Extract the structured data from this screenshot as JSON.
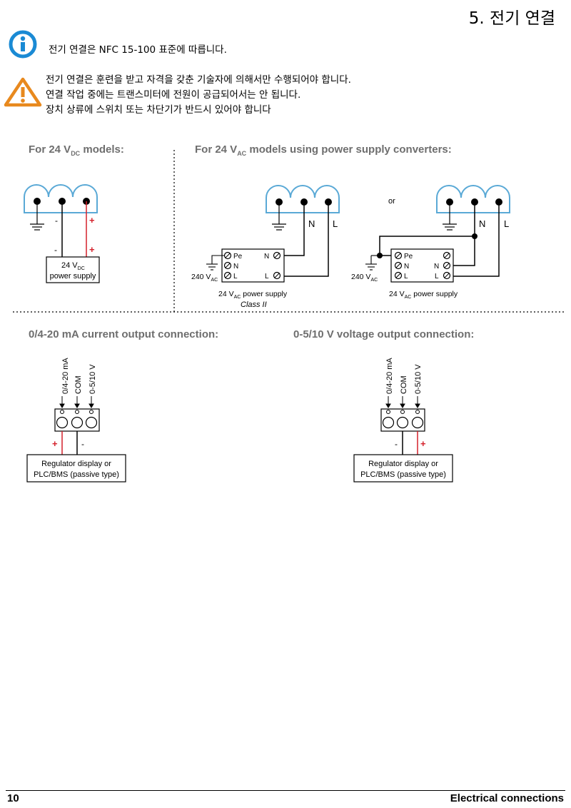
{
  "page_title": "5. 전기 연결",
  "info_note": "전기 연결은 NFC 15-100 표준에 따릅니다.",
  "warning_lines": [
    "전기 연결은 훈련을 받고 자격을 갖춘 기술자에 의해서만 수행되어야 합니다.",
    "연결 작업 중에는 트랜스미터에 전원이 공급되어서는 안 됩니다.",
    "장치 상류에 스위치 또는 차단기가 반드시 있어야 합니다"
  ],
  "dc_section": {
    "prefix": "For 24 V",
    "sub": "DC",
    "suffix": " models:"
  },
  "ac_section": {
    "prefix": "For 24 V",
    "sub": "AC",
    "suffix": " models using power supply converters:"
  },
  "current_heading": "0/4-20 mA current output connection:",
  "voltage_heading": "0-5/10 V voltage output connection:",
  "diagram_labels": {
    "minus": "-",
    "plus": "+",
    "n": "N",
    "l": "L",
    "pe": "Pe",
    "or": "or",
    "v24": "24 V",
    "v240": "240 V",
    "dc": "DC",
    "ac": "AC",
    "power_supply": "power supply",
    "power_supply_ac_suffix": " power supply",
    "class_ii": "Class II",
    "out_ma": "0/4-20 mA",
    "out_com": "COM",
    "out_v": "0-5/10 V",
    "regulator_line1": "Regulator display or",
    "regulator_line2": "PLC/BMS (passive type)"
  },
  "colors": {
    "info_blue": "#1a8ad4",
    "warning_orange": "#e8891e",
    "wire_red": "#d4202a",
    "terminal_blue": "#5aa9d6"
  },
  "footer": {
    "page_number": "10",
    "section_name": "Electrical connections"
  }
}
